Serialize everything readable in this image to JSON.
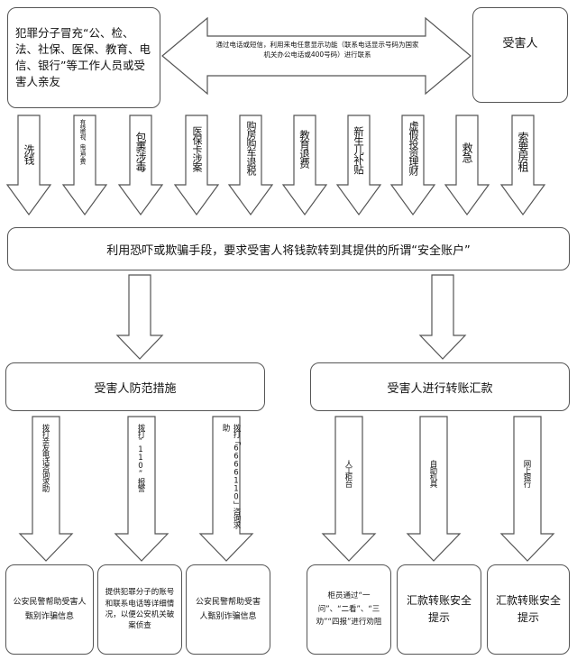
{
  "top": {
    "criminal": "犯罪分子冒充“公、检、法、社保、医保、教育、电信、银行”等工作人员或受害人亲友",
    "contact_method": "通过电话或短信，利用来电任意显示功能（联系电话显示号码为国家机关办公电话或400号码）进行联系",
    "victim": "受害人"
  },
  "scam_types": [
    "洗钱",
    "有线电视、电话欠费",
    "包裹涉毒",
    "医保卡涉案",
    "购房购车退税",
    "教育退费",
    "新生儿补贴",
    "虚假投资理财",
    "救急",
    "索要房租"
  ],
  "middle_banner": "利用恐吓或欺骗手段，要求受害人将钱款转到其提供的所谓“安全账户”",
  "branches": {
    "prevention": "受害人防范措施",
    "transfer": "受害人进行转账汇款"
  },
  "prevention_arrows": [
    "拨打亲友电话咨询求助",
    "拨打“110”报警",
    "拨打「6666110」咨询求助"
  ],
  "prevention_results": [
    "公安民警帮助受害人甄别诈骗信息",
    "提供犯罪分子的账号和联系电话等详细情况，以便公安机关破案侦查",
    "公安民警帮助受害人甄别诈骗信息"
  ],
  "transfer_arrows": [
    "人工柜台",
    "自助机具",
    "网上银行"
  ],
  "transfer_results": [
    "柜员通过“一问”、“二看”、“三劝”“四报”进行劝阻",
    "汇款转账安全提示",
    "汇款转账安全提示"
  ]
}
